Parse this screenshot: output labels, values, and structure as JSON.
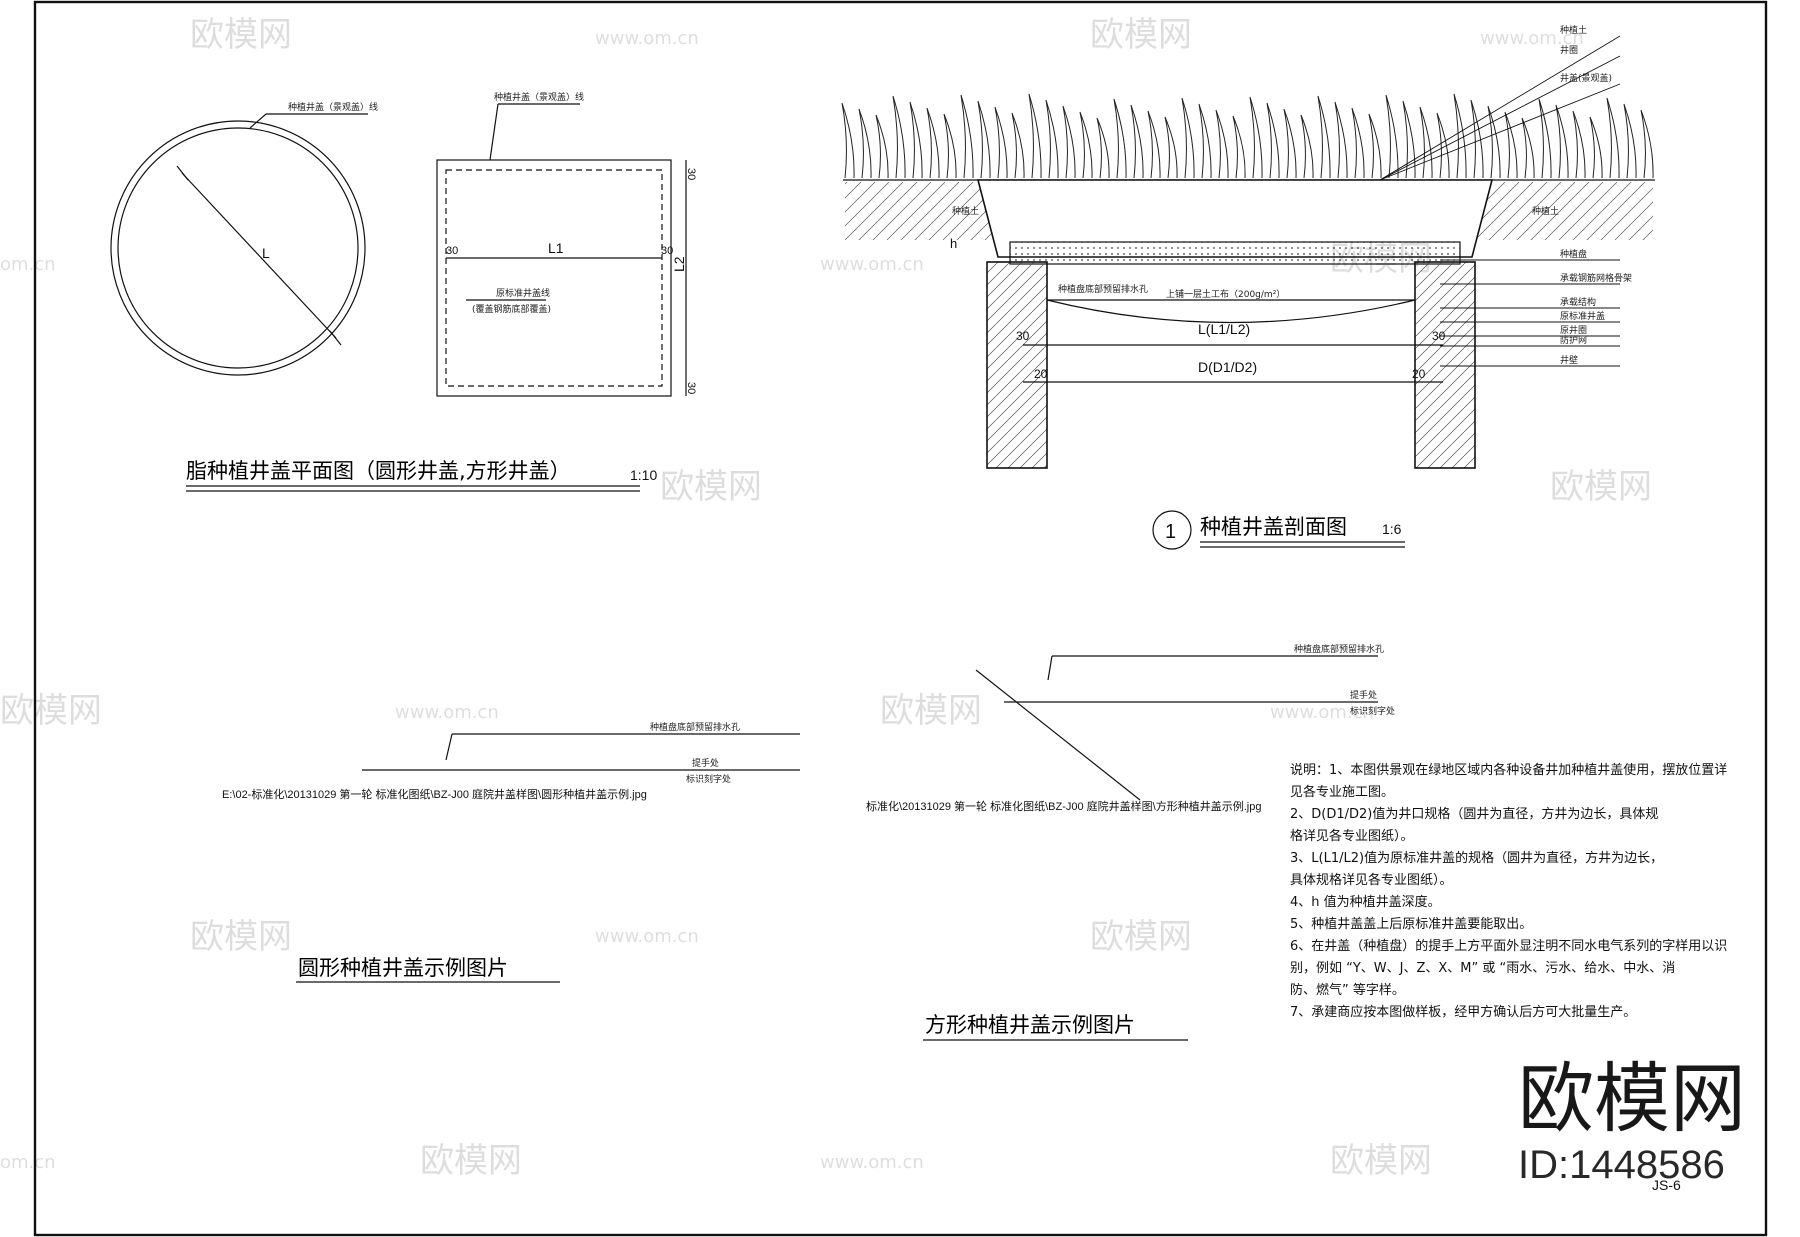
{
  "plan": {
    "title": "脂种植井盖平面图（圆形井盖,方形井盖）",
    "scale": "1:10",
    "circle_label": "种植井盖（景观盖）线",
    "square_label": "种植井盖（景观盖）线",
    "inner_label": "原标准井盖线",
    "inner_label2": "(覆盖钢筋底部覆盖)",
    "dim_l1": "L1",
    "dim_l2": "L2",
    "dim_l": "L",
    "dim_30a": "30",
    "dim_30b": "30",
    "dim_30c": "30",
    "dim_30d": "30"
  },
  "section": {
    "title": "种植井盖剖面图",
    "scale": "1:6",
    "number": "1",
    "labels": [
      "种植土",
      "井圈",
      "井盖(景观盖)",
      "种植盘",
      "承载钢筋网格骨架",
      "承载结构",
      "原标准井盖",
      "原井圈",
      "防护网",
      "井壁"
    ],
    "soil_left": "种植土",
    "soil_right": "种植土",
    "h": "h",
    "drain": "种植盘底部预留排水孔",
    "geotextile": "上铺一层土工布（200g/m²）",
    "dim_L": "L(L1/L2)",
    "dim_D": "D(D1/D2)",
    "d30l": "30",
    "d30r": "30",
    "d20l": "20",
    "d20r": "20"
  },
  "round_example": {
    "title": "圆形种植井盖示例图片",
    "path": "E:\\02-标准化\\20131029  第一轮  标准化图纸\\BZ-J00  庭院井盖样图\\圆形种植井盖示例.jpg",
    "tag1": "种植盘底部预留排水孔",
    "tag2": "提手处",
    "tag3": "标识刻字处"
  },
  "square_example": {
    "title": "方形种植井盖示例图片",
    "path": "标准化\\20131029  第一轮  标准化图纸\\BZ-J00  庭院井盖样图\\方形种植井盖示例.jpg",
    "tag1": "种植盘底部预留排水孔",
    "tag2": "提手处",
    "tag3": "标识刻字处"
  },
  "notes": [
    "说明：1、本图供景观在绿地区域内各种设备井加种植井盖使用，摆放位置详",
    "见各专业施工图。",
    "2、D(D1/D2)值为井口规格（圆井为直径，方井为边长，具体规",
    "格详见各专业图纸）。",
    "3、L(L1/L2)值为原标准井盖的规格（圆井为直径，方井为边长，",
    "具体规格详见各专业图纸）。",
    "4、h 值为种植井盖深度。",
    "5、种植井盖盖上后原标准井盖要能取出。",
    "6、在井盖（种植盘）的提手上方平面外显注明不同水电气系列的字样用以识",
    "别，例如 “Y、W、J、Z、X、M” 或 “雨水、污水、给水、中水、消",
    "防、燃气” 等字样。",
    "7、承建商应按本图做样板，经甲方确认后方可大批量生产。"
  ],
  "sheet_no": "JS-6",
  "watermark": {
    "brand": "欧模网",
    "site": "www.om.cn",
    "site_short": "om.cn",
    "big": "欧模网",
    "id": "ID:1448586"
  }
}
